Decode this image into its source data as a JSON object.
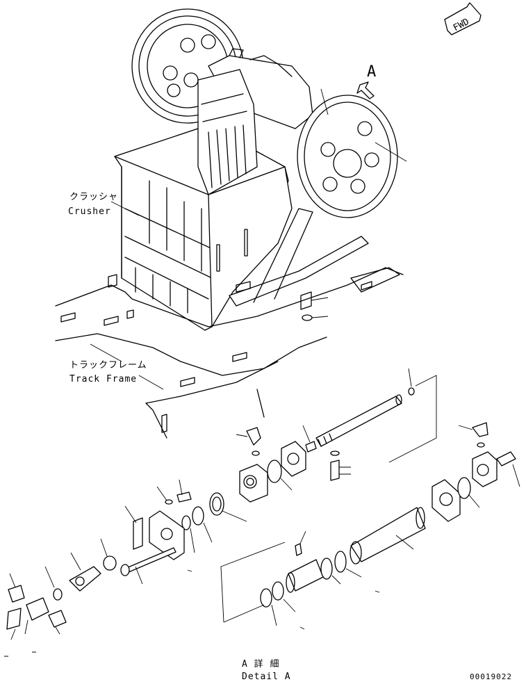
{
  "orientation": {
    "fwd_label": "FWD"
  },
  "callouts": {
    "detail_letter": "A",
    "crusher_jp": "クラッシャ",
    "crusher_en": "Crusher",
    "track_frame_jp": "トラックフレーム",
    "track_frame_en": "Track Frame",
    "detail_jp": "A 詳 細",
    "detail_en": "Detail A"
  },
  "drawing_number": "00019022",
  "icons": {
    "direction": "fwd-arrow-icon",
    "view": "view-arrow-icon"
  }
}
